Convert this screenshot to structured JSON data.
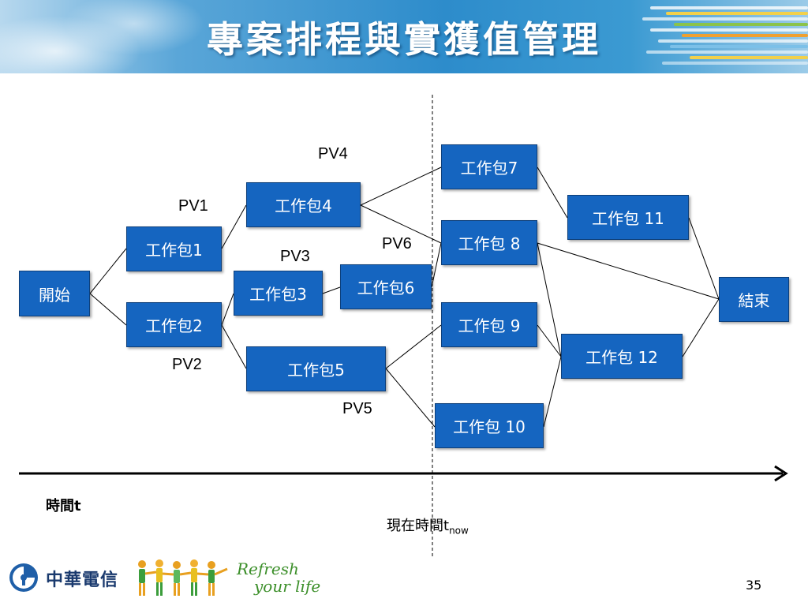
{
  "slide": {
    "title": "專案排程與實獲值管理",
    "page_number": "35"
  },
  "nodes": {
    "start": "開始",
    "wp1": "工作包1",
    "wp2": "工作包2",
    "wp3": "工作包3",
    "wp4": "工作包4",
    "wp5": "工作包5",
    "wp6": "工作包6",
    "wp7": "工作包7",
    "wp8": "工作包 8",
    "wp9": "工作包 9",
    "wp10": "工作包 10",
    "wp11": "工作包 11",
    "wp12": "工作包 12",
    "end": "結束"
  },
  "pv_labels": {
    "pv1": "PV1",
    "pv2": "PV2",
    "pv3": "PV3",
    "pv4": "PV4",
    "pv5": "PV5",
    "pv6": "PV6"
  },
  "axis": {
    "time_label": "時間t",
    "now_label_main": "現在時間t",
    "now_label_sub": "now"
  },
  "footer": {
    "company": "中華電信",
    "slogan_line1": "Refresh",
    "slogan_line2": "your life"
  },
  "colors": {
    "node_fill": "#1565c0",
    "node_text": "#ffffff",
    "header_blue": "#2d8ccb",
    "slogan_green": "#3c8f2a"
  }
}
